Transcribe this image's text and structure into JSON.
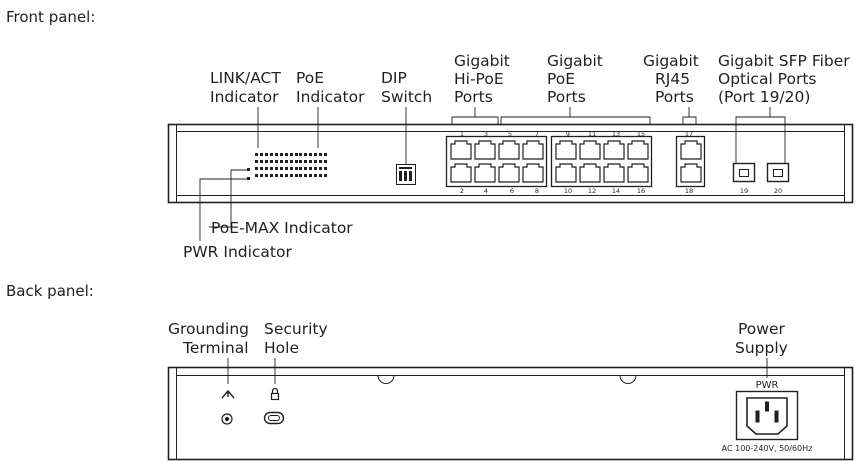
{
  "sections": {
    "front": "Front panel:",
    "back": "Back panel:"
  },
  "front": {
    "labels": {
      "link_act_1": "LINK/ACT",
      "link_act_2": "Indicator",
      "poe_1": "PoE",
      "poe_2": "Indicator",
      "dip_1": "DIP",
      "dip_2": "Switch",
      "hipoe_1": "Gigabit",
      "hipoe_2": "Hi-PoE",
      "hipoe_3": "Ports",
      "gpoe_1": "Gigabit",
      "gpoe_2": "PoE",
      "gpoe_3": "Ports",
      "rj45_1": "Gigabit",
      "rj45_2": "RJ45",
      "rj45_3": "Ports",
      "sfp_1": "Gigabit SFP Fiber",
      "sfp_2": "Optical Ports",
      "sfp_3": "(Port 19/20)",
      "poe_max": "PoE-MAX Indicator",
      "pwr": "PWR Indicator"
    },
    "port_numbers": {
      "top": [
        "1",
        "3",
        "5",
        "7",
        "9",
        "11",
        "13",
        "15",
        "17"
      ],
      "bottom": [
        "2",
        "4",
        "6",
        "8",
        "10",
        "12",
        "14",
        "16",
        "18"
      ],
      "sfp": [
        "19",
        "20"
      ]
    }
  },
  "back": {
    "labels": {
      "ground_1": "Grounding",
      "ground_2": "Terminal",
      "security_1": "Security",
      "security_2": "Hole",
      "power_1": "Power",
      "power_2": "Supply",
      "pwr_port": "PWR",
      "ac_spec": "AC 100-240V, 50/60Hz"
    }
  }
}
